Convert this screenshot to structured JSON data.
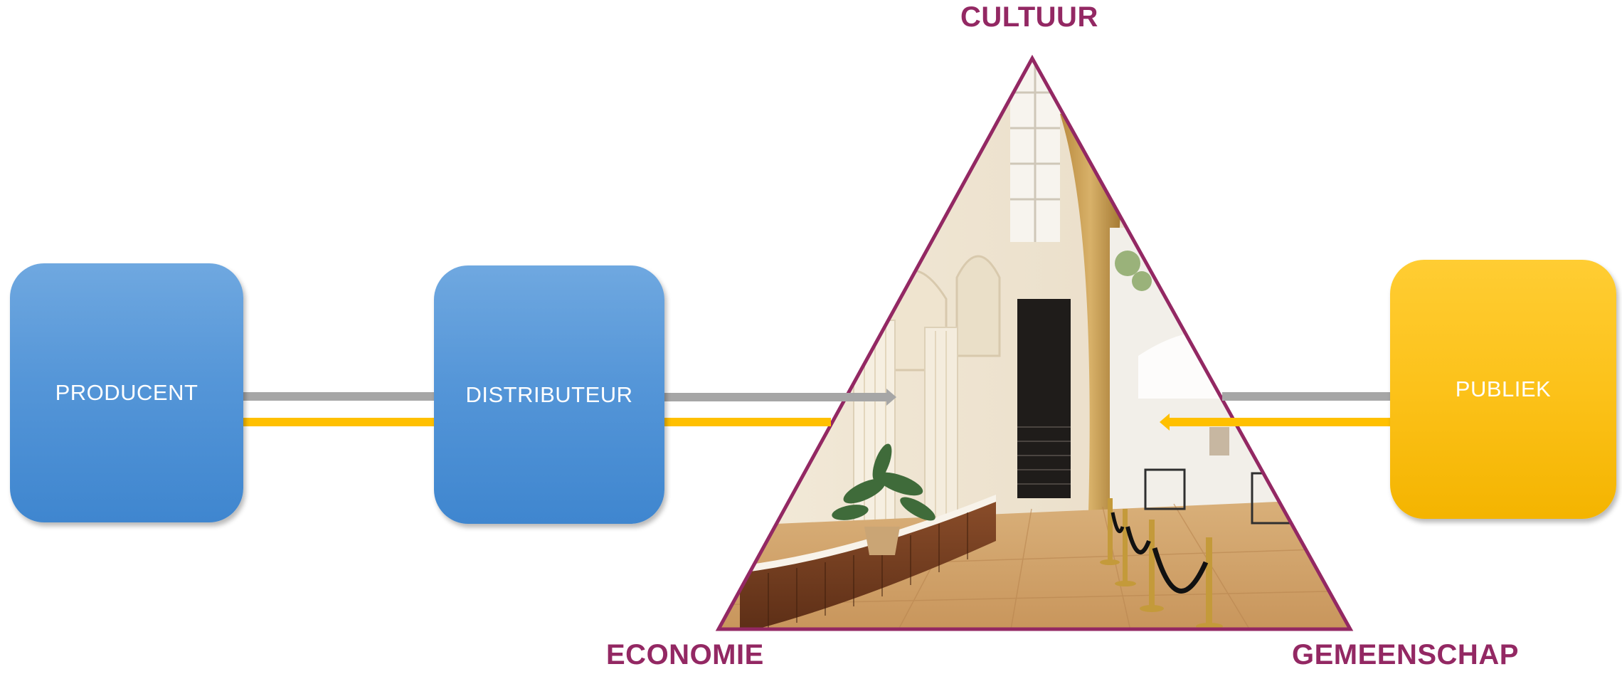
{
  "boxes": {
    "producent": "PRODUCENT",
    "distributeur": "DISTRIBUTEUR",
    "publiek": "PUBLIEK"
  },
  "triangle": {
    "top_label": "CULTUUR",
    "left_label": "ECONOMIE",
    "right_label": "GEMEENSCHAP"
  },
  "colors": {
    "box_blue": "#5596d8",
    "box_gold": "#fcc21a",
    "label_purple": "#932863",
    "arrow_grey": "#a6a6a6",
    "arrow_gold": "#ffc000"
  }
}
